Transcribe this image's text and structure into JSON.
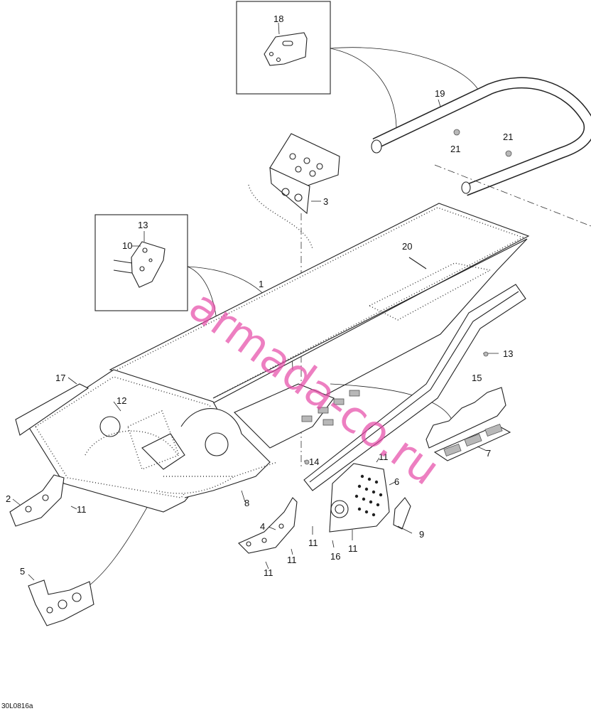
{
  "diagram": {
    "callouts": {
      "c1": "1",
      "c2": "2",
      "c3": "3",
      "c4": "4",
      "c5": "5",
      "c6": "6",
      "c7": "7",
      "c8": "8",
      "c9": "9",
      "c10": "10",
      "c11a": "11",
      "c11b": "11",
      "c11c": "11",
      "c11d": "11",
      "c11e": "11",
      "c11f": "11",
      "c12": "12",
      "c13a": "13",
      "c13b": "13",
      "c14": "14",
      "c15": "15",
      "c16": "16",
      "c17": "17",
      "c18": "18",
      "c19": "19",
      "c20": "20",
      "c21a": "21",
      "c21b": "21"
    },
    "watermark": "armada-co.ru",
    "reference_code": "30L0816a"
  }
}
